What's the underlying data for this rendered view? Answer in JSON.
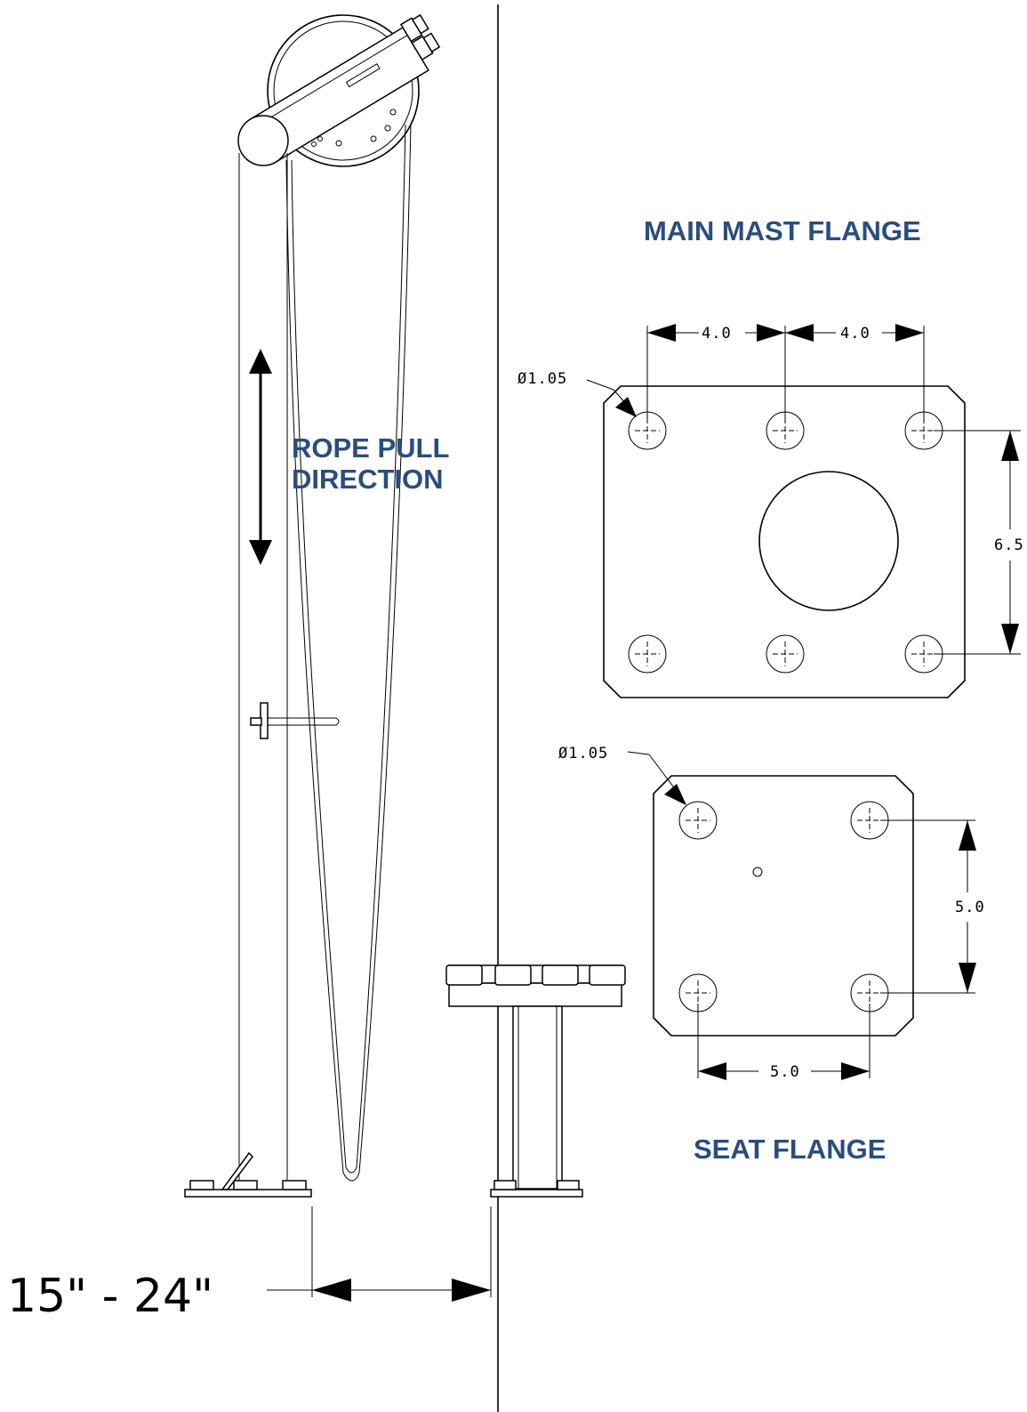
{
  "labels": {
    "main_mast_flange": "MAIN MAST FLANGE",
    "seat_flange": "SEAT FLANGE",
    "rope_pull_line1": "ROPE PULL",
    "rope_pull_line2": "DIRECTION"
  },
  "main_flange_dims": {
    "hole_diameter": "Ø1.05",
    "spacing_left": "4.0",
    "spacing_right": "4.0",
    "vertical": "6.5"
  },
  "seat_flange_dims": {
    "hole_diameter": "Ø1.05",
    "vertical": "5.0",
    "horizontal": "5.0"
  },
  "distance_range": "15\" - 24\"",
  "colors": {
    "heading": "#2a4d7f",
    "line": "#000000"
  }
}
